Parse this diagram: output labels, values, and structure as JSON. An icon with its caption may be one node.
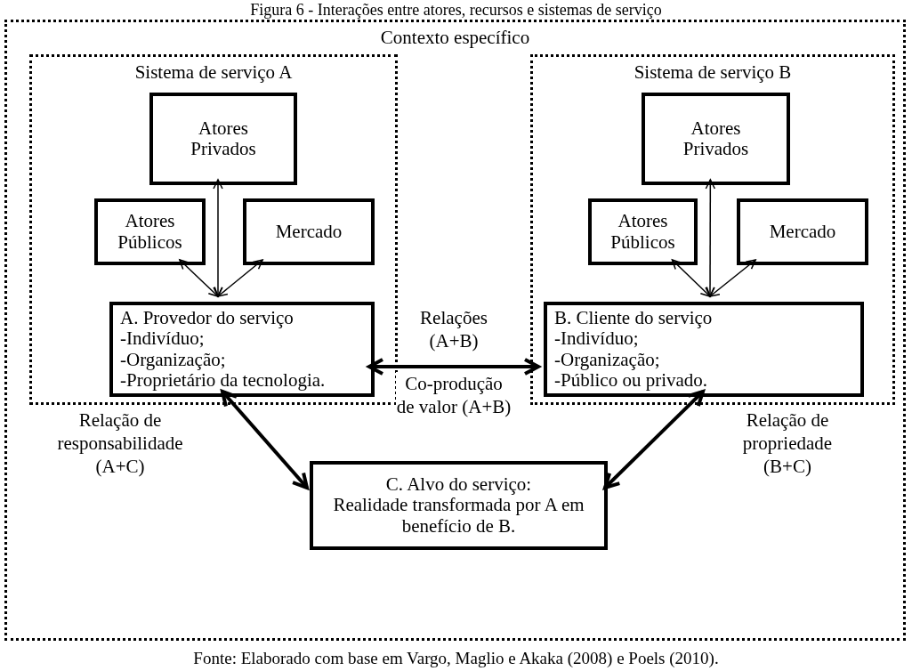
{
  "diagram": {
    "title": "Figura 6 - Interações entre atores, recursos e sistemas de serviço",
    "caption": "Fonte: Elaborado com base em Vargo, Maglio e Akaka (2008) e Poels (2010).",
    "nodes": [
      {
        "text": [
          "Contexto específico"
        ]
      },
      {
        "text": [
          "Sistema de serviço A"
        ],
        "in": 0
      },
      {
        "text": [
          "Atores Privados"
        ],
        "in": 1
      },
      {
        "text": [
          "Atores Públicos"
        ],
        "in": 1
      },
      {
        "text": [
          "Mercado"
        ],
        "in": 1
      },
      {
        "text": [
          "A. Provedor do serviço",
          "-Indivíduo;",
          "-Organização;",
          "-Proprietário da tecnologia."
        ],
        "in": 1
      },
      {
        "text": [
          "Sistema de serviço B"
        ],
        "in": 0
      },
      {
        "text": [
          "Atores Privados"
        ],
        "in": 6
      },
      {
        "text": [
          "Atores Públicos"
        ],
        "in": 6
      },
      {
        "text": [
          "Mercado"
        ],
        "in": 6
      },
      {
        "text": [
          "B. Cliente do serviço",
          "-Indivíduo;",
          "-Organização;",
          "-Público ou privado."
        ],
        "in": 6
      },
      {
        "text": [
          "C. Alvo do serviço:",
          "Realidade transformada por A em benefício de B."
        ],
        "in": 0
      }
    ],
    "edges": [
      {
        "from": 5,
        "to": 2,
        "arrow": "both"
      },
      {
        "from": 5,
        "to": 3,
        "arrow": "both"
      },
      {
        "from": 5,
        "to": 4,
        "arrow": "both"
      },
      {
        "from": 10,
        "to": 7,
        "arrow": "both"
      },
      {
        "from": 10,
        "to": 8,
        "arrow": "both"
      },
      {
        "from": 10,
        "to": 9,
        "arrow": "both"
      },
      {
        "from": 5,
        "to": 10,
        "arrow": "both",
        "style": "thick",
        "label": "Relações (A+B)"
      },
      {
        "from": 5,
        "to": 11,
        "arrow": "both",
        "style": "thick",
        "label": "Relação de responsabilidade (A+C)"
      },
      {
        "from": 10,
        "to": 11,
        "arrow": "both",
        "style": "thick",
        "label": "Relação de propriedade (B+C)"
      }
    ],
    "labels": [
      "Co-produção de valor (A+B)"
    ]
  }
}
